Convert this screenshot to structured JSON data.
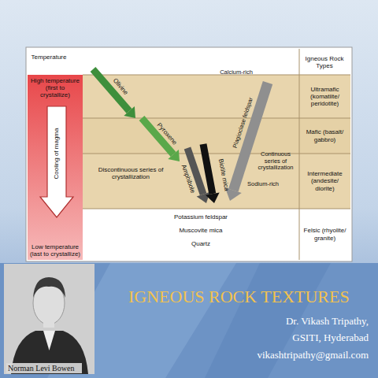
{
  "diagram": {
    "title": "IGNEOUS ROCK TEXTURES",
    "nodes": [
      {
        "text": [
          "High temperature (first to crystallize)",
          "Cooling of magma",
          "Low temperature (last to crystallize)"
        ]
      },
      {
        "text": [
          "Ultramafic (komatiite/ peridotite)"
        ]
      },
      {
        "text": [
          "Mafic (basalt/ gabbro)"
        ]
      },
      {
        "text": [
          "Intermediate (andesite/ diorite)"
        ]
      },
      {
        "text": [
          "Felsic (rhyolite/ granite)"
        ]
      }
    ],
    "labels": [
      "Temperature",
      "Igneous Rock Types",
      "Olivine",
      "Pyroxene",
      "Amphibole",
      "Biotite mica",
      "Plagioclase feldspar",
      "Calcium-rich",
      "Sodium-rich",
      "Discontinuous series of crystallization",
      "Continuous series of crystallization",
      "Potassium feldspar",
      "Muscovite mica",
      "Quartz",
      "Dr. Vikash Tripathy,",
      "GSITI, Hyderabad",
      "vikashtripathy@gmail.com",
      "Norman Levi Bowen"
    ]
  }
}
